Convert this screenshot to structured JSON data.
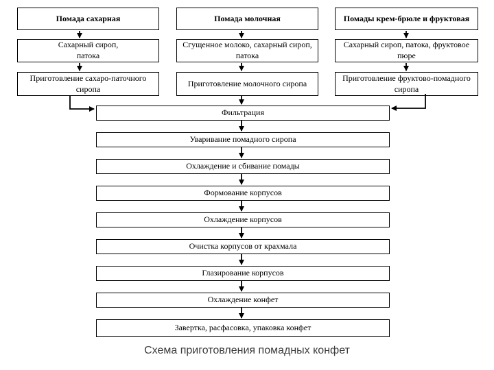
{
  "page": {
    "background_color": "#ffffff",
    "line_color": "#000000",
    "caption_color": "#3c3c3c",
    "caption": "Схема приготовления помадных конфет"
  },
  "columns": [
    {
      "header": "Помада сахарная",
      "ingredients": "Сахарный сироп,\nпатока",
      "preparation": "Приготовление сахаро-паточного\nсиропа"
    },
    {
      "header": "Помада молочная",
      "ingredients": "Сгущенное молоко, сахарный сироп,\nпатока",
      "preparation": "Приготовление молочного сиропа"
    },
    {
      "header": "Помады крем-брюле и фруктовая",
      "ingredients": "Сахарный сироп, патока, фруктовое\nпюре",
      "preparation": "Приготовление фруктово-помадного\nсиропа"
    }
  ],
  "steps": [
    "Фильтрация",
    "Уваривание помадного сиропа",
    "Охлаждение и сбивание помады",
    "Формование корпусов",
    "Охлаждение корпусов",
    "Очистка корпусов от крахмала",
    "Глазирование корпусов",
    "Охлаждение конфет",
    "Завертка, расфасовка, упаковка конфет"
  ]
}
